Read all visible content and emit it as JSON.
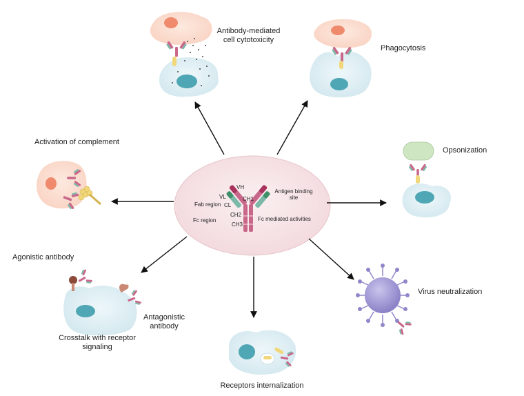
{
  "labels": {
    "adcc_line1": "Antibody-mediated",
    "adcc_line2": "cell cytotoxicity",
    "phagocytosis": "Phagocytosis",
    "complement": "Activation of complement",
    "opsonization": "Opsonization",
    "agonistic": "Agonistic  antibody",
    "antagonistic_line1": "Antagonistic",
    "antagonistic_line2": "antibody",
    "crosstalk_line1": "Crosstalk with receptor",
    "crosstalk_line2": "signaling",
    "virus": "Virus neutralization",
    "internalization": "Receptors internalization"
  },
  "center": {
    "fab_region": "Fab region",
    "fc_region": "Fc region",
    "vh": "VH",
    "vl": "VL",
    "cl": "CL",
    "ch1": "CH1",
    "ch2": "CH2",
    "ch3": "CH3",
    "antigen_line1": "Antigen binding",
    "antigen_line2": "site",
    "fc_mediated": "Fc mediated activities"
  },
  "colors": {
    "ellipse": "#f6e4e6",
    "cell_blue": "#dcedf2",
    "nucleus_blue": "#4fa6b4",
    "cell_orange": "#fbdccd",
    "nucleus_orange": "#ef8a6c",
    "heavy_chain": "#c9678a",
    "light_chain": "#7bb8a8",
    "variable_dark": "#a8325e",
    "receptor_yellow": "#f1d77a",
    "virus": "#8f86c9",
    "opsonin_green": "#cfe6c2"
  }
}
